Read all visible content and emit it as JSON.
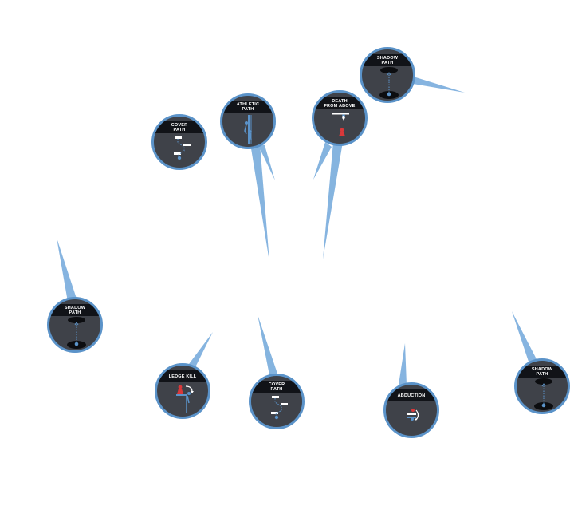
{
  "accent_color": "#5b93c9",
  "badge_fill": "#3f4249",
  "header_fill": "#111318",
  "enemy_color": "#d9383a",
  "player_color": "#5b93c9",
  "approach_options": [
    {
      "id": "cover-path-1",
      "label": "COVER\nPATH",
      "icon": "cover-path-icon"
    },
    {
      "id": "athletic-path",
      "label": "ATHLETIC\nPATH",
      "icon": "athletic-path-icon"
    },
    {
      "id": "death-from-above",
      "label": "DEATH\nFROM ABOVE",
      "icon": "death-from-above-icon"
    },
    {
      "id": "shadow-path-1",
      "label": "SHADOW\nPATH",
      "icon": "shadow-path-icon"
    },
    {
      "id": "shadow-path-2",
      "label": "SHADOW\nPATH",
      "icon": "shadow-path-icon"
    },
    {
      "id": "ledge-kill",
      "label": "LEDGE KILL",
      "icon": "ledge-kill-icon"
    },
    {
      "id": "cover-path-2",
      "label": "COVER\nPATH",
      "icon": "cover-path-icon"
    },
    {
      "id": "abduction",
      "label": "ABDUCTION",
      "icon": "abduction-icon"
    },
    {
      "id": "shadow-path-3",
      "label": "SHADOW\nPATH",
      "icon": "shadow-path-icon"
    }
  ]
}
